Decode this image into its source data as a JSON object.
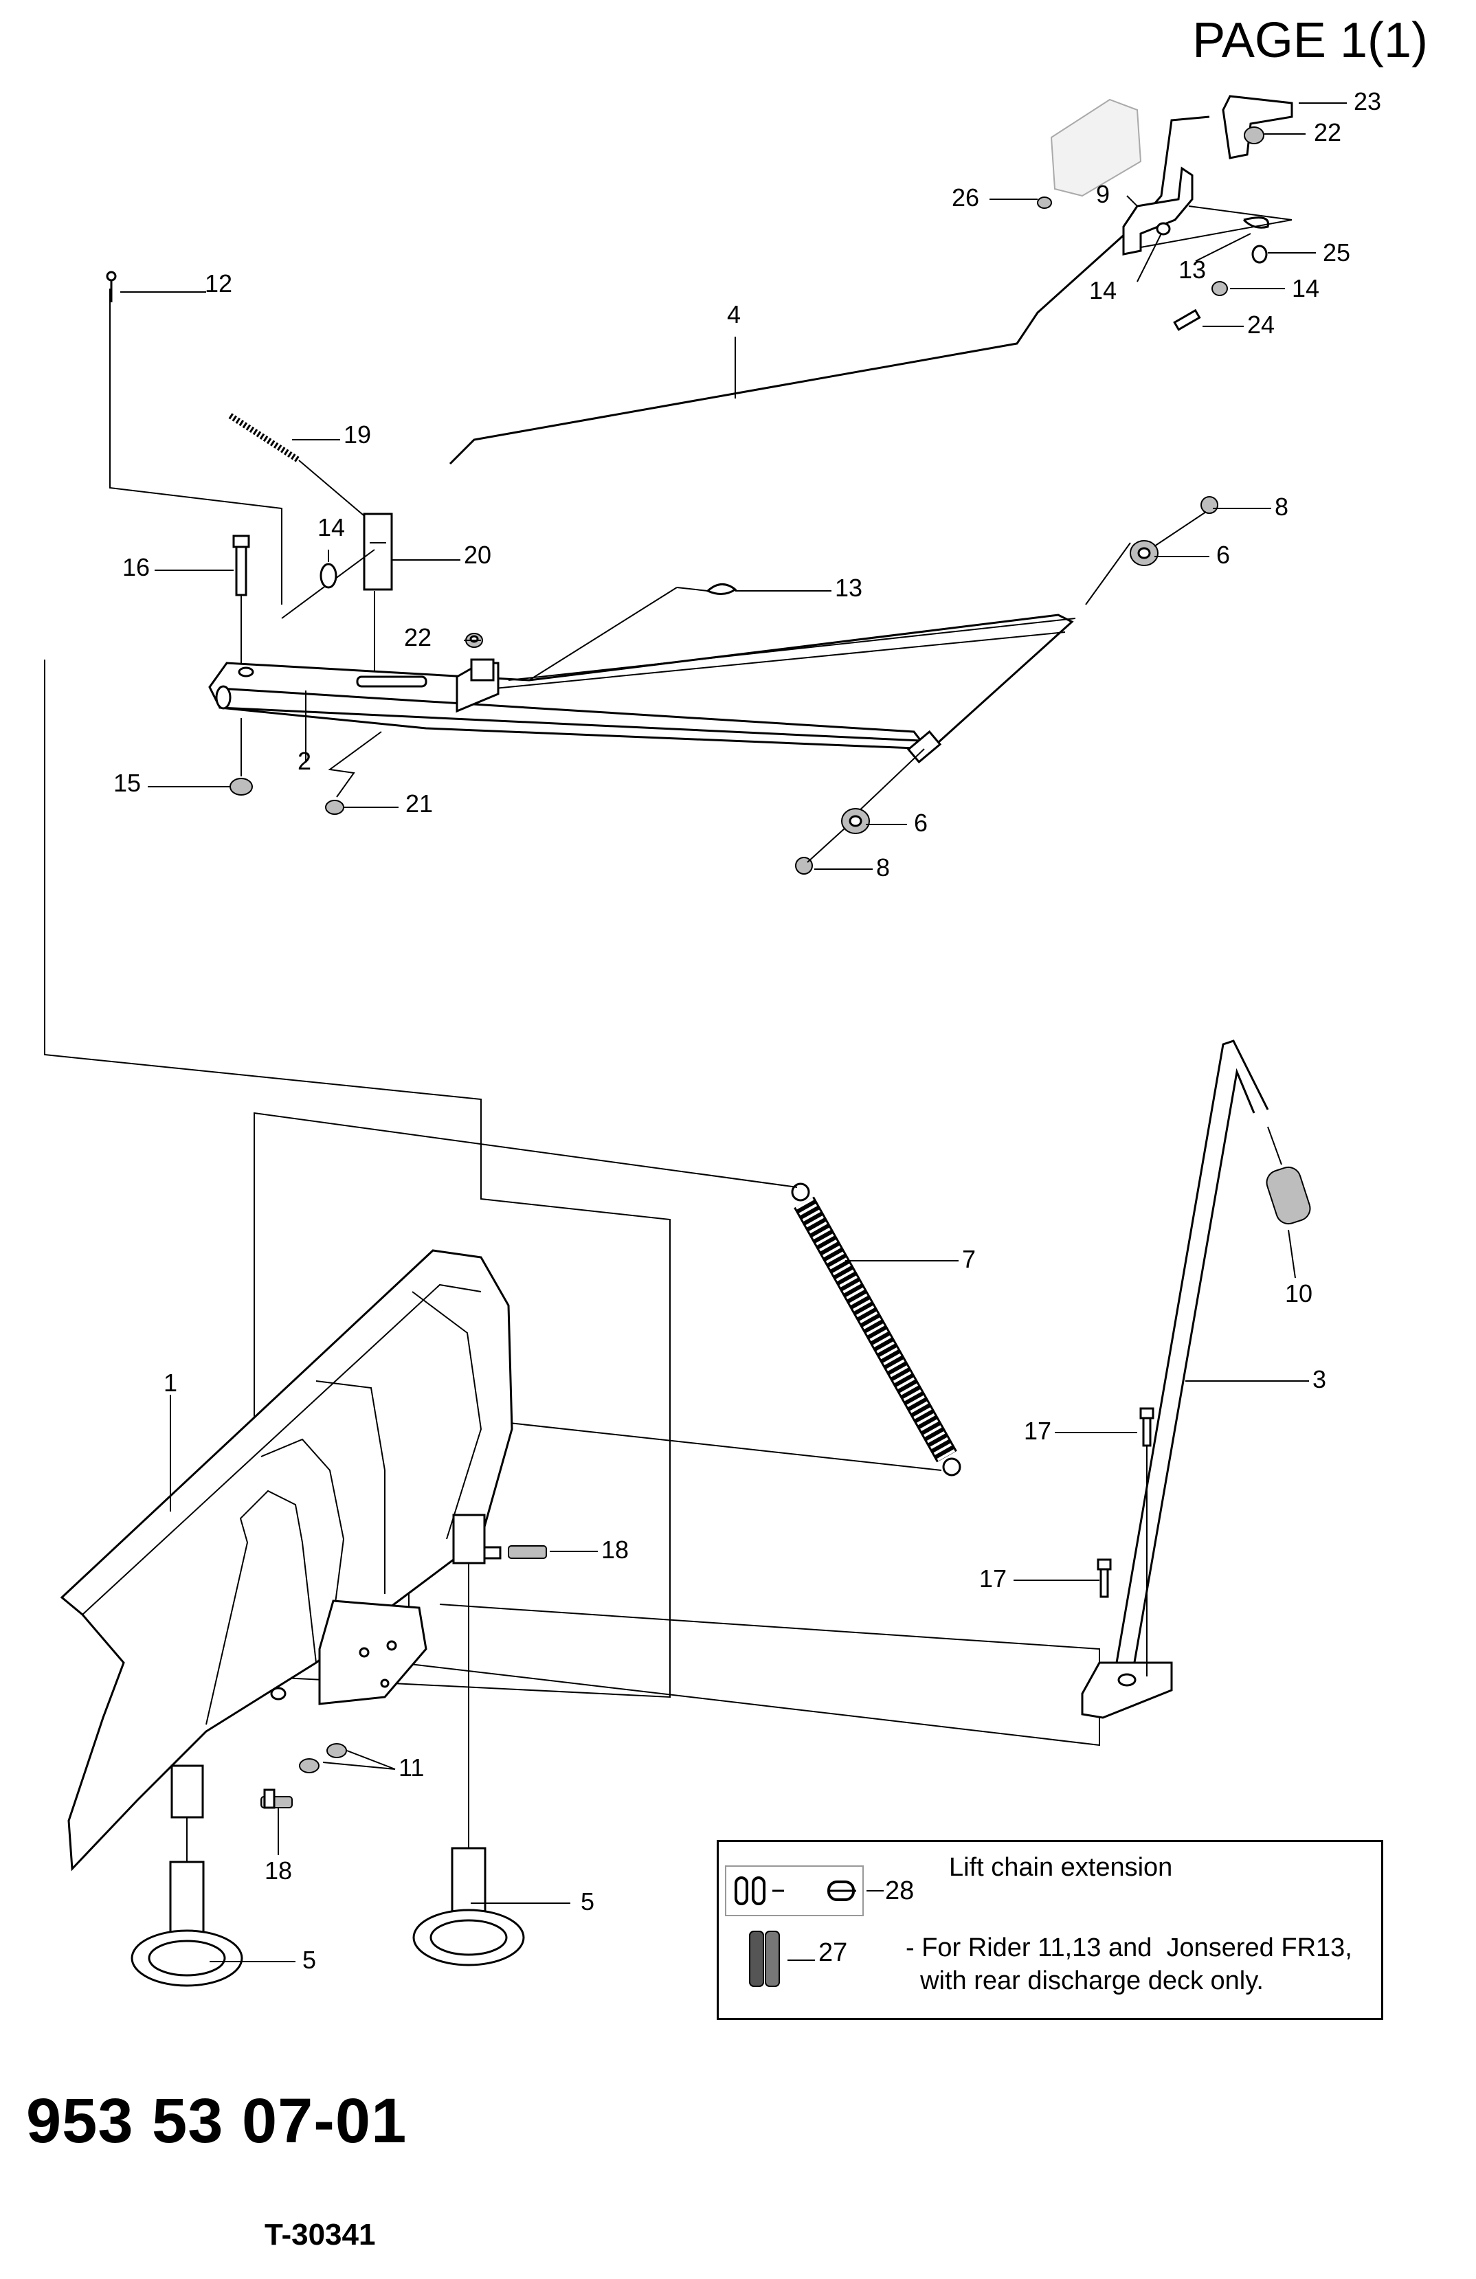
{
  "header": {
    "page_label": "PAGE 1(1)"
  },
  "footer": {
    "document_number": "953 53 07-01",
    "drawing_id": "T-30341"
  },
  "note_box": {
    "title": "Lift chain extension",
    "text": "- For Rider 11,13 and  Jonsered FR13,\n  with rear discharge deck only.",
    "part_28": "28",
    "part_27": "27"
  },
  "callouts": [
    "1",
    "2",
    "3",
    "4",
    "5",
    "5",
    "6",
    "6",
    "7",
    "8",
    "8",
    "9",
    "10",
    "11",
    "12",
    "13",
    "13",
    "14",
    "14",
    "14",
    "15",
    "16",
    "17",
    "17",
    "18",
    "18",
    "19",
    "20",
    "21",
    "22",
    "22",
    "23",
    "24",
    "25",
    "26"
  ]
}
